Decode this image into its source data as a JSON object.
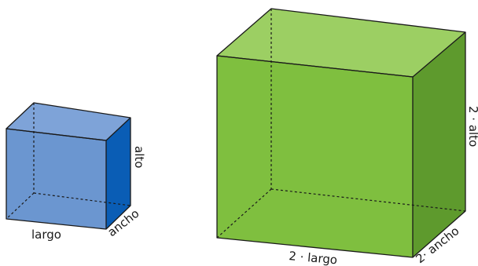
{
  "small_box": {
    "labels": {
      "length": "largo",
      "width": "ancho",
      "height": "alto"
    },
    "colors": {
      "top": "#7ea3d8",
      "front": "#6b96d0",
      "side": "#0a5db5"
    }
  },
  "large_box": {
    "labels": {
      "length": "2 · largo",
      "width": "2· ancho",
      "height": "2 · alto"
    },
    "colors": {
      "top": "#9ccf63",
      "front": "#7fbf3f",
      "side": "#5e9a2d"
    }
  }
}
